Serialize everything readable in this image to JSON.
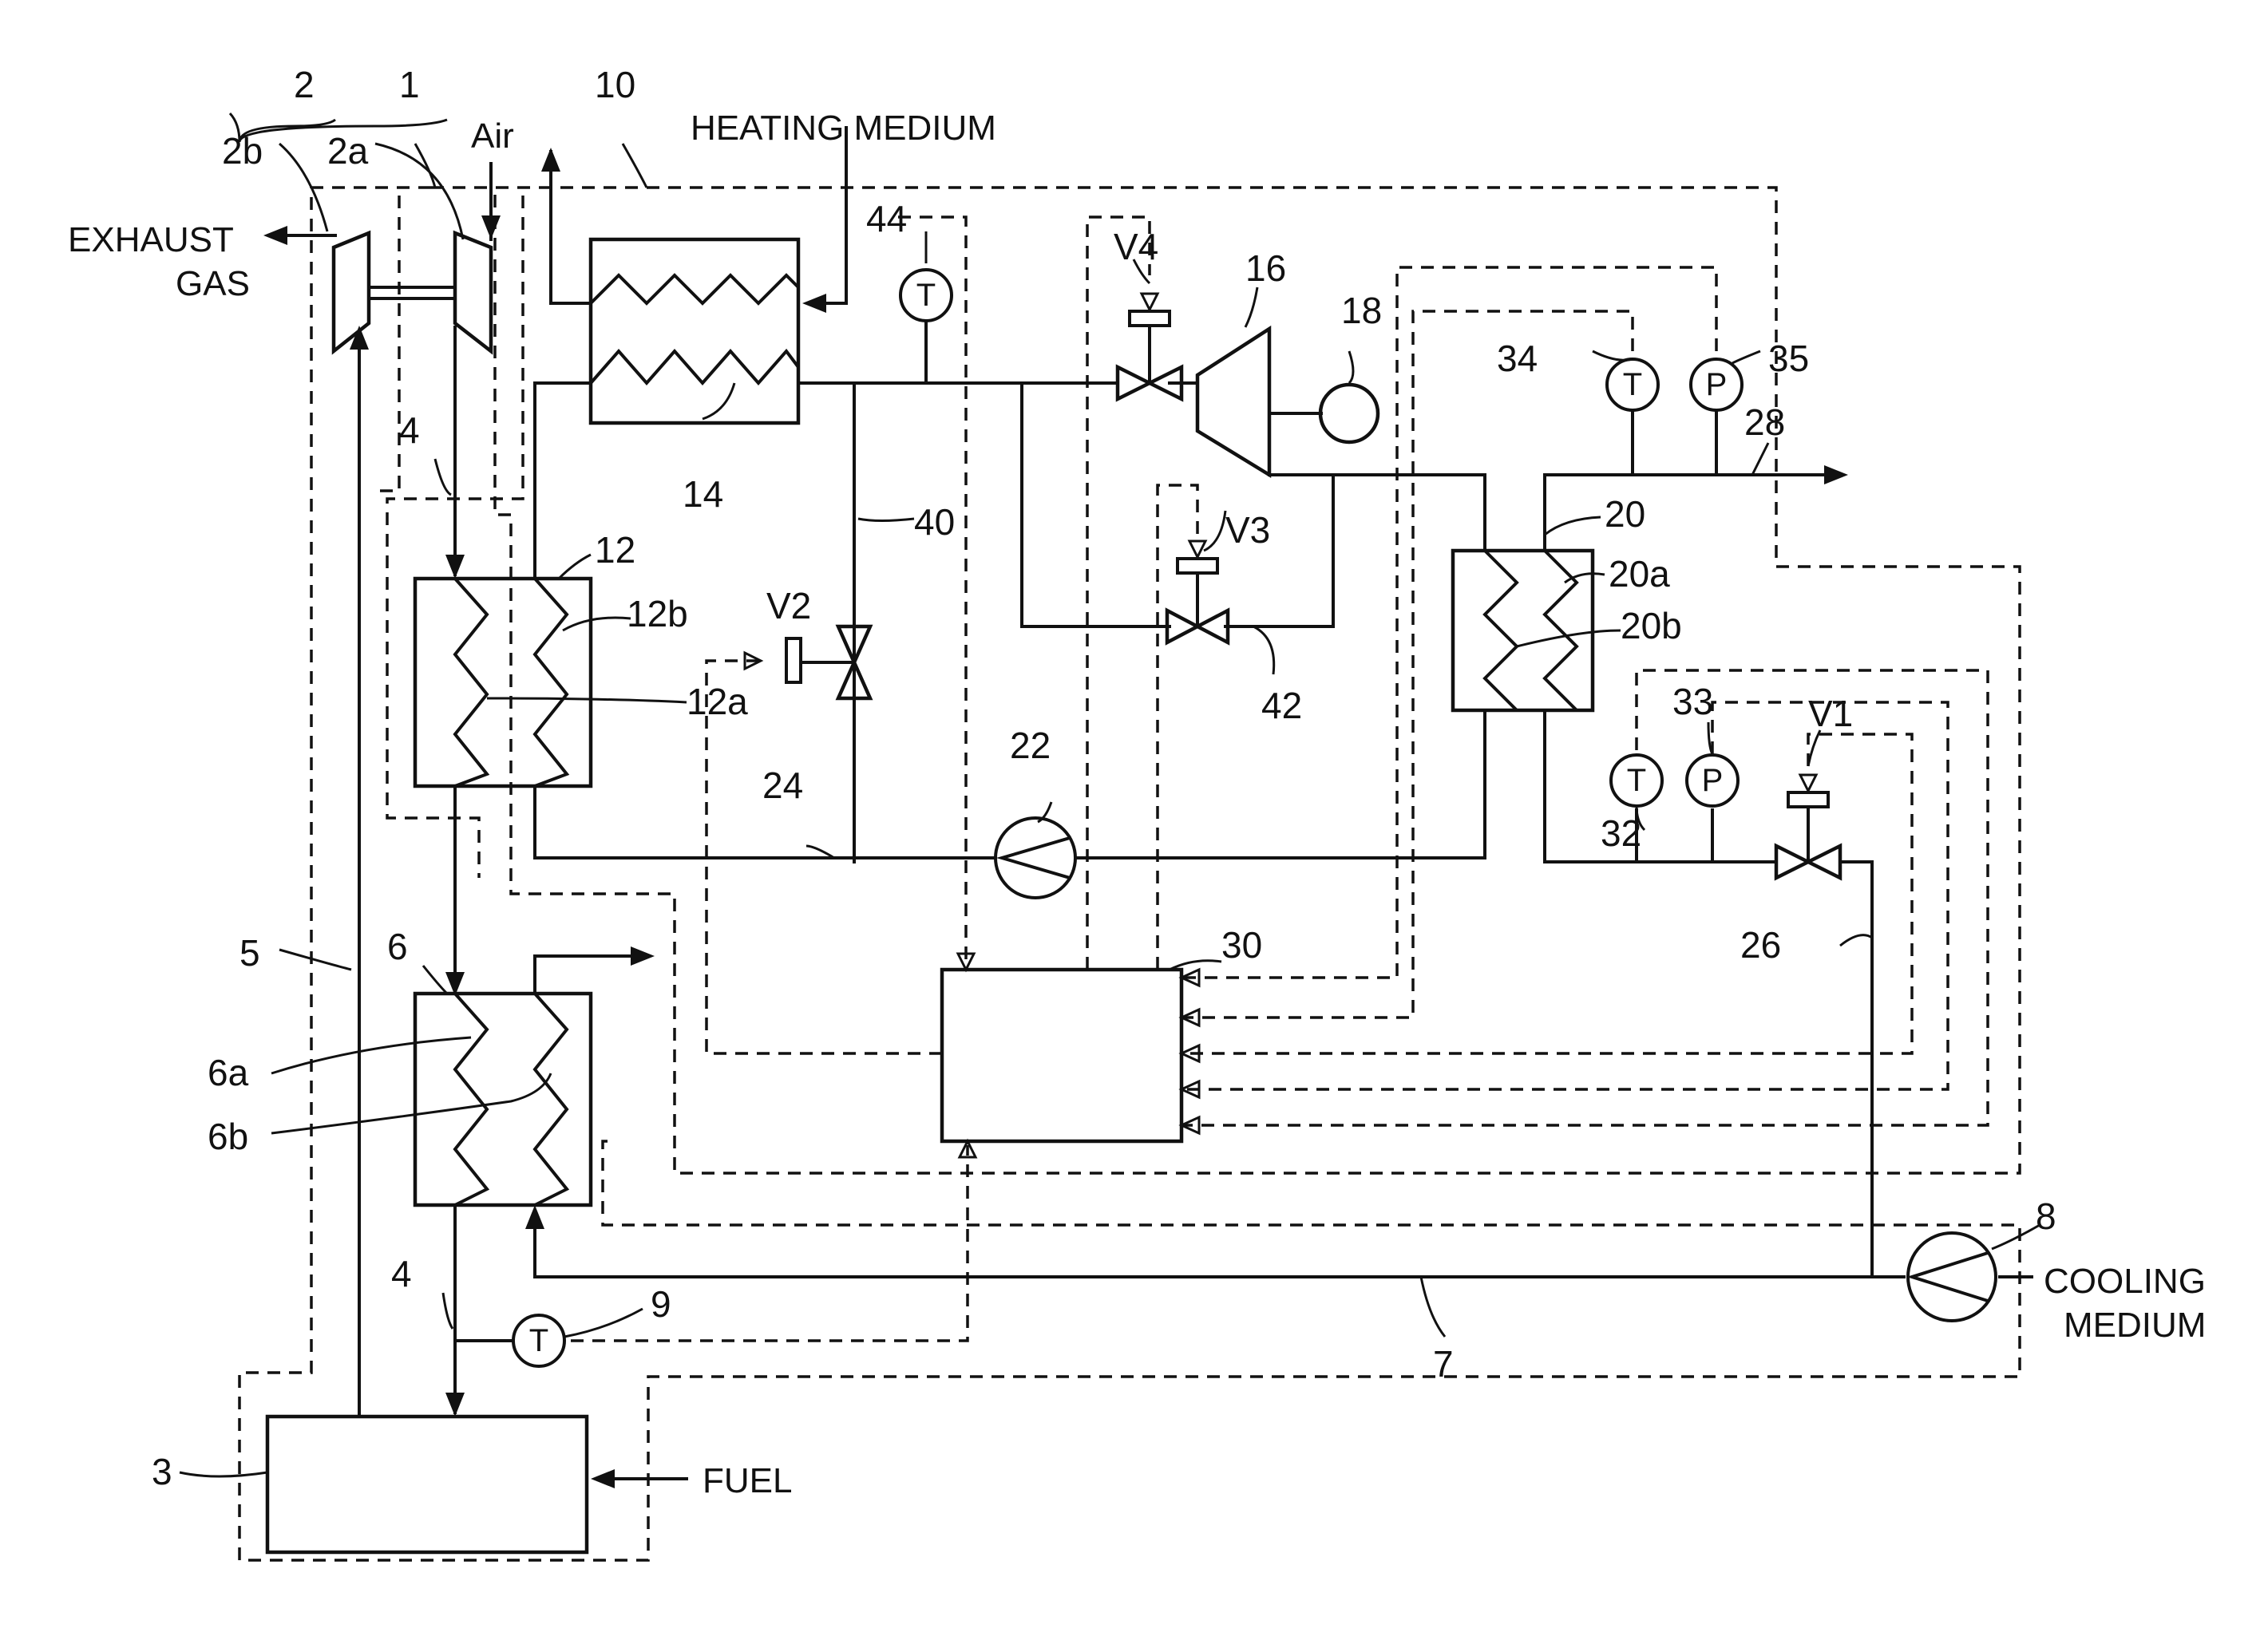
{
  "labels": {
    "n1": "1",
    "n2": "2",
    "n2a": "2a",
    "n2b": "2b",
    "n3": "3",
    "n4a": "4",
    "n4b": "4",
    "n5": "5",
    "n6": "6",
    "n6a": "6a",
    "n6b": "6b",
    "n7": "7",
    "n8": "8",
    "n9": "9",
    "n10": "10",
    "n12": "12",
    "n12a": "12a",
    "n12b": "12b",
    "n14": "14",
    "n16": "16",
    "n18": "18",
    "n20": "20",
    "n20a": "20a",
    "n20b": "20b",
    "n22": "22",
    "n24": "24",
    "n26": "26",
    "n28": "28",
    "n30": "30",
    "n32": "32",
    "n33": "33",
    "n34": "34",
    "n35": "35",
    "n40": "40",
    "n42": "42",
    "n44": "44",
    "v1": "V1",
    "v2": "V2",
    "v3": "V3",
    "v4": "V4"
  },
  "text": {
    "air": "Air",
    "exhaust_gas_1": "EXHAUST",
    "exhaust_gas_2": "GAS",
    "heating_medium": "HEATING MEDIUM",
    "fuel": "FUEL",
    "cooling_medium_1": "COOLING",
    "cooling_medium_2": "MEDIUM"
  },
  "sensors": {
    "t44": "T",
    "t34": "T",
    "p35": "P",
    "t32": "T",
    "p33": "P",
    "t9": "T"
  }
}
